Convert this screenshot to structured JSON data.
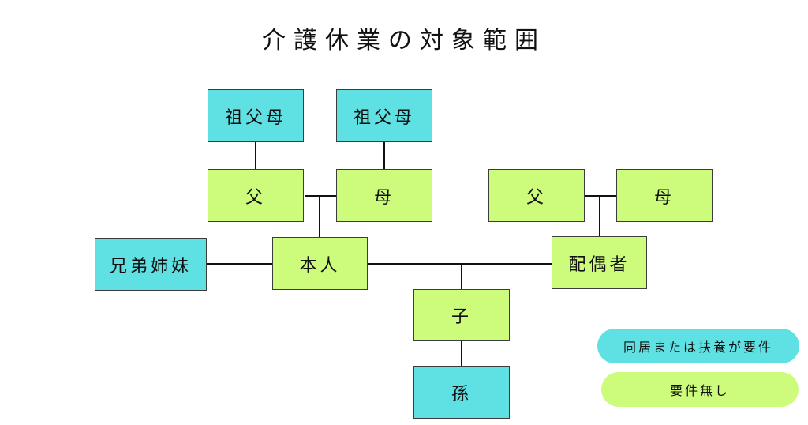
{
  "title": "介護休業の対象範囲",
  "nodes": {
    "grandparent_left": "祖父母",
    "grandparent_right": "祖父母",
    "father": "父",
    "mother": "母",
    "spouse_father": "父",
    "spouse_mother": "母",
    "siblings": "兄弟姉妹",
    "self": "本人",
    "spouse": "配偶者",
    "child": "子",
    "grandchild": "孫"
  },
  "legend": {
    "conditional": "同居または扶養が要件",
    "unconditional": "要件無し"
  },
  "colors": {
    "conditional": "#5fe0e2",
    "unconditional": "#cdfb7b"
  }
}
